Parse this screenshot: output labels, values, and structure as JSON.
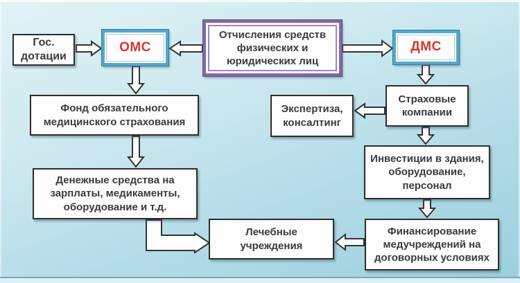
{
  "diagram": {
    "nodes": {
      "gos": {
        "label": "Гос.\nдотации"
      },
      "oms": {
        "label": "ОМС"
      },
      "contrib": {
        "label": "Отчисления средств\nфизических и\nюридических лиц"
      },
      "dms": {
        "label": "ДМС"
      },
      "fund": {
        "label": "Фонд обязательного\nмедицинского страхования"
      },
      "expert": {
        "label": "Экспертиза,\nконсалтинг"
      },
      "insurers": {
        "label": "Страховые\nкомпании"
      },
      "invest": {
        "label": "Инвестиции в здания,\nоборудование,\nперсонал"
      },
      "money": {
        "label": "Денежные средства на\nзарплаты, медикаменты,\nоборудование и т.д."
      },
      "hospitals": {
        "label": "Лечебные\nучреждения"
      },
      "financing": {
        "label": "Финансирование\nмедучреждений на\nдоговорных условиях"
      }
    },
    "edges": [
      "gos -> oms",
      "contrib -> oms",
      "contrib -> dms",
      "oms -> fund",
      "dms -> insurers",
      "insurers -> expert",
      "insurers -> invest",
      "fund -> money",
      "invest -> financing",
      "financing -> hospitals",
      "money -> hospitals"
    ],
    "colors": {
      "accent_teal_border": "#55a9c8",
      "accent_purple_border": "#8468ad",
      "highlight_text_red": "#d9372a",
      "node_text": "#3b3b3b",
      "node_border": "#2d2d2d",
      "background_top": "#e1f3f6",
      "background_bottom": "#9bcfdd"
    }
  }
}
